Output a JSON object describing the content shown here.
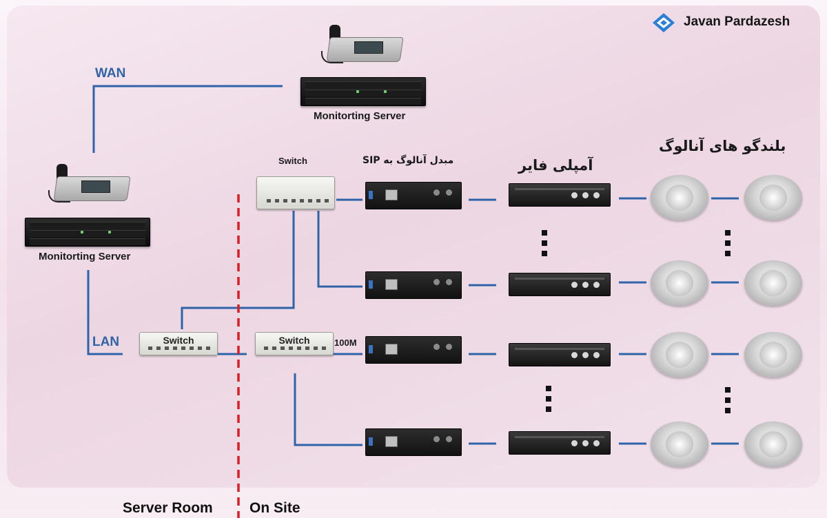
{
  "logo": {
    "text": "Javan Pardazesh",
    "color": "#2b7fd6"
  },
  "links": {
    "wan": "WAN",
    "lan": "LAN",
    "speed": "100M",
    "color": "#2f63a8"
  },
  "devices": {
    "monitoring_server_top": "Monitorting Server",
    "monitoring_server_left": "Monitorting Server",
    "switch_top": "Switch",
    "switch_main": "Switch",
    "switch_onsite": "Switch"
  },
  "columns": {
    "converter": "مبدل آنالوگ به SIP",
    "amplifier": "آمپلی فایر",
    "speakers": "بلندگو های آنالوگ"
  },
  "zones": {
    "server_room": "Server Room",
    "on_site": "On Site",
    "divider_color": "#d81f26"
  },
  "icons": [
    "phone-icon",
    "server-icon",
    "switch-icon",
    "sip-converter-icon",
    "amplifier-icon",
    "speaker-icon"
  ]
}
